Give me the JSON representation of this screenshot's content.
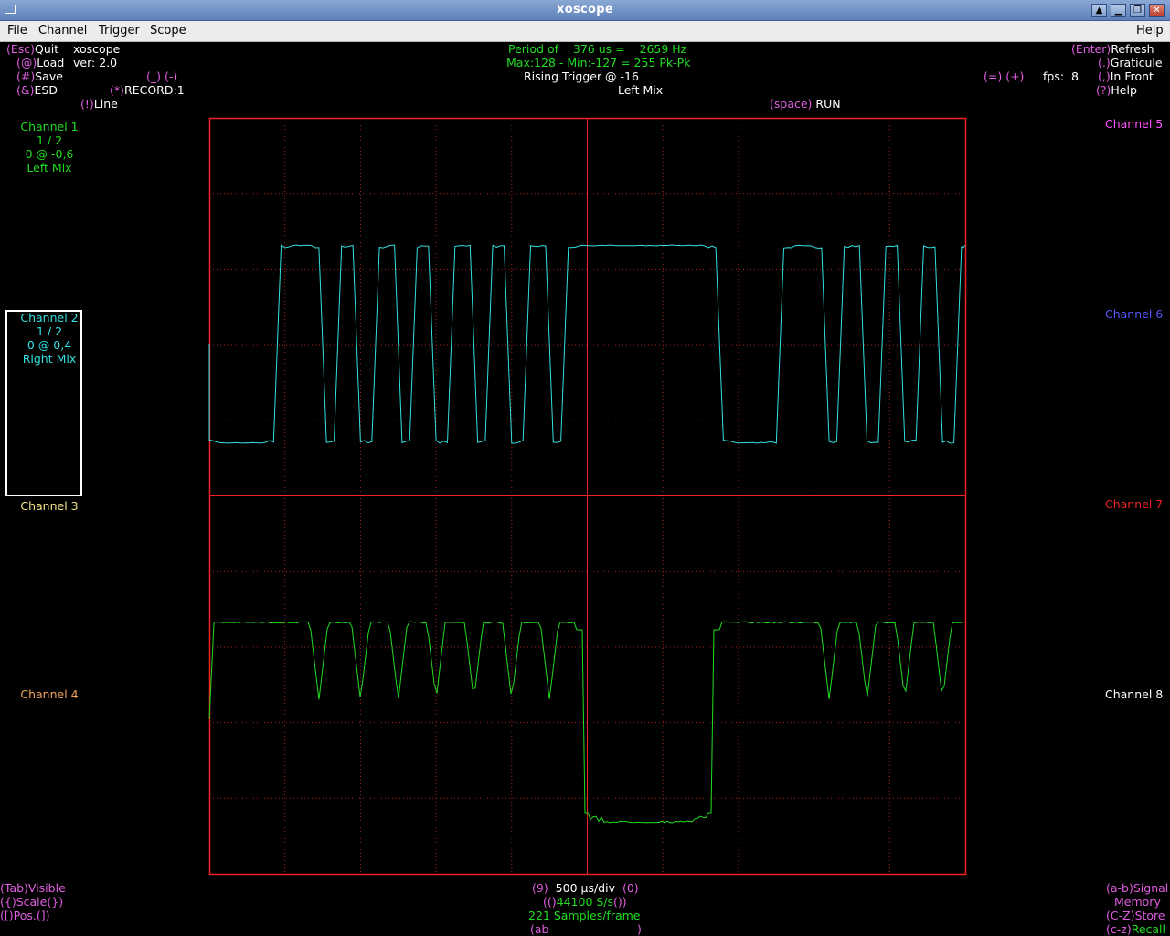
{
  "window": {
    "title": "xoscope"
  },
  "menubar": {
    "file": "File",
    "channel": "Channel",
    "trigger": "Trigger",
    "scope": "Scope",
    "help": "Help"
  },
  "header": {
    "quit_key": "(Esc)",
    "quit_label": "Quit",
    "app_name": "xoscope",
    "load_key": "(@)",
    "load_label": "Load",
    "version": "ver: 2.0",
    "save_key": "(#)",
    "save_label": "Save",
    "underscore_minus": "(_) (-)",
    "esd_key": "(&)",
    "esd_label": "ESD",
    "record_key": "(*)",
    "record_label": "RECORD:1",
    "line_key": "(!)",
    "line_label": "Line",
    "period": "Period of    376 us =    2659 Hz",
    "maxmin": "Max:128 - Min:-127 = 255 Pk-Pk",
    "trigger": "Rising Trigger @ -16",
    "trigger_channel": "Left Mix",
    "run_key": "(space)",
    "run_label": "RUN",
    "refresh_key": "(Enter)",
    "refresh_label": "Refresh",
    "graticule_key": "(.)",
    "graticule_label": "Graticule",
    "front_key": "(,)",
    "front_label": "In Front",
    "eq_plus": "(=) (+)",
    "fps": "fps:  8",
    "help_key": "(?)",
    "help_label": "Help"
  },
  "channels": {
    "ch1": {
      "name": "Channel 1",
      "scale": "1 / 2",
      "pos": "0 @ -0,6",
      "source": "Left Mix"
    },
    "ch2": {
      "name": "Channel 2",
      "scale": "1 / 2",
      "pos": "0 @ 0,4",
      "source": "Right Mix"
    },
    "ch3": {
      "name": "Channel 3"
    },
    "ch4": {
      "name": "Channel 4"
    },
    "ch5": {
      "name": "Channel 5"
    },
    "ch6": {
      "name": "Channel 6"
    },
    "ch7": {
      "name": "Channel 7"
    },
    "ch8": {
      "name": "Channel 8"
    }
  },
  "footer": {
    "tab_key": "(Tab)",
    "tab_label": "Visible",
    "scale_left": "({)",
    "scale_label": "Scale",
    "scale_right": "(})",
    "pos_left": "([)",
    "pos_label": "Pos.",
    "pos_right": "(])",
    "timebase_left": "(9)",
    "timebase": "500 µs/div",
    "timebase_right": "(0)",
    "rate_left": "(()",
    "rate": "44100 S/s",
    "rate_right": "())",
    "samples": "221 Samples/frame",
    "ab_left": "(ab",
    "ab_right": ")",
    "signal_key": "(a-b)",
    "signal_label": "Signal",
    "memory_label": "Memory",
    "store_key": "(C-Z)",
    "store_label": "Store",
    "recall_key": "(c-z)",
    "recall_label": "Recall"
  },
  "colors": {
    "background": "#000000",
    "grid_frame": "#ee2222",
    "grid_dots": "#aa2222",
    "ch1": "#22dd22",
    "ch2": "#33e0e0",
    "ch3": "#f5e58a",
    "ch4": "#f2a45a",
    "ch5": "#ff55ff",
    "ch6": "#5555ff",
    "ch7": "#ee2222",
    "ch8": "#ffffff",
    "keys": "#e05ce0"
  },
  "traces": {
    "ch2_cyan": {
      "description_levels": "high/low square wave",
      "segments": [
        [
          "low",
          0.0,
          0.085
        ],
        [
          "high",
          0.095,
          0.145
        ],
        [
          "low",
          0.155,
          0.165
        ],
        [
          "high",
          0.175,
          0.19
        ],
        [
          "low",
          0.2,
          0.215
        ],
        [
          "high",
          0.225,
          0.245
        ],
        [
          "low",
          0.255,
          0.265
        ],
        [
          "high",
          0.275,
          0.29
        ],
        [
          "low",
          0.3,
          0.315
        ],
        [
          "high",
          0.325,
          0.345
        ],
        [
          "low",
          0.355,
          0.365
        ],
        [
          "high",
          0.375,
          0.39
        ],
        [
          "low",
          0.4,
          0.415
        ],
        [
          "high",
          0.425,
          0.445
        ],
        [
          "low",
          0.455,
          0.465
        ],
        [
          "high",
          0.475,
          0.67
        ],
        [
          "low",
          0.68,
          0.75
        ],
        [
          "high",
          0.76,
          0.81
        ],
        [
          "low",
          0.82,
          0.83
        ],
        [
          "high",
          0.84,
          0.86
        ],
        [
          "low",
          0.87,
          0.885
        ],
        [
          "high",
          0.895,
          0.91
        ],
        [
          "low",
          0.92,
          0.935
        ],
        [
          "high",
          0.945,
          0.96
        ],
        [
          "low",
          0.97,
          0.985
        ],
        [
          "high",
          0.995,
          1.0
        ]
      ]
    },
    "ch1_green": {
      "dips": [
        0.145,
        0.2,
        0.25,
        0.3,
        0.35,
        0.4,
        0.45,
        0.82,
        0.87,
        0.92,
        0.97
      ],
      "low_span": [
        0.495,
        0.665
      ]
    }
  }
}
